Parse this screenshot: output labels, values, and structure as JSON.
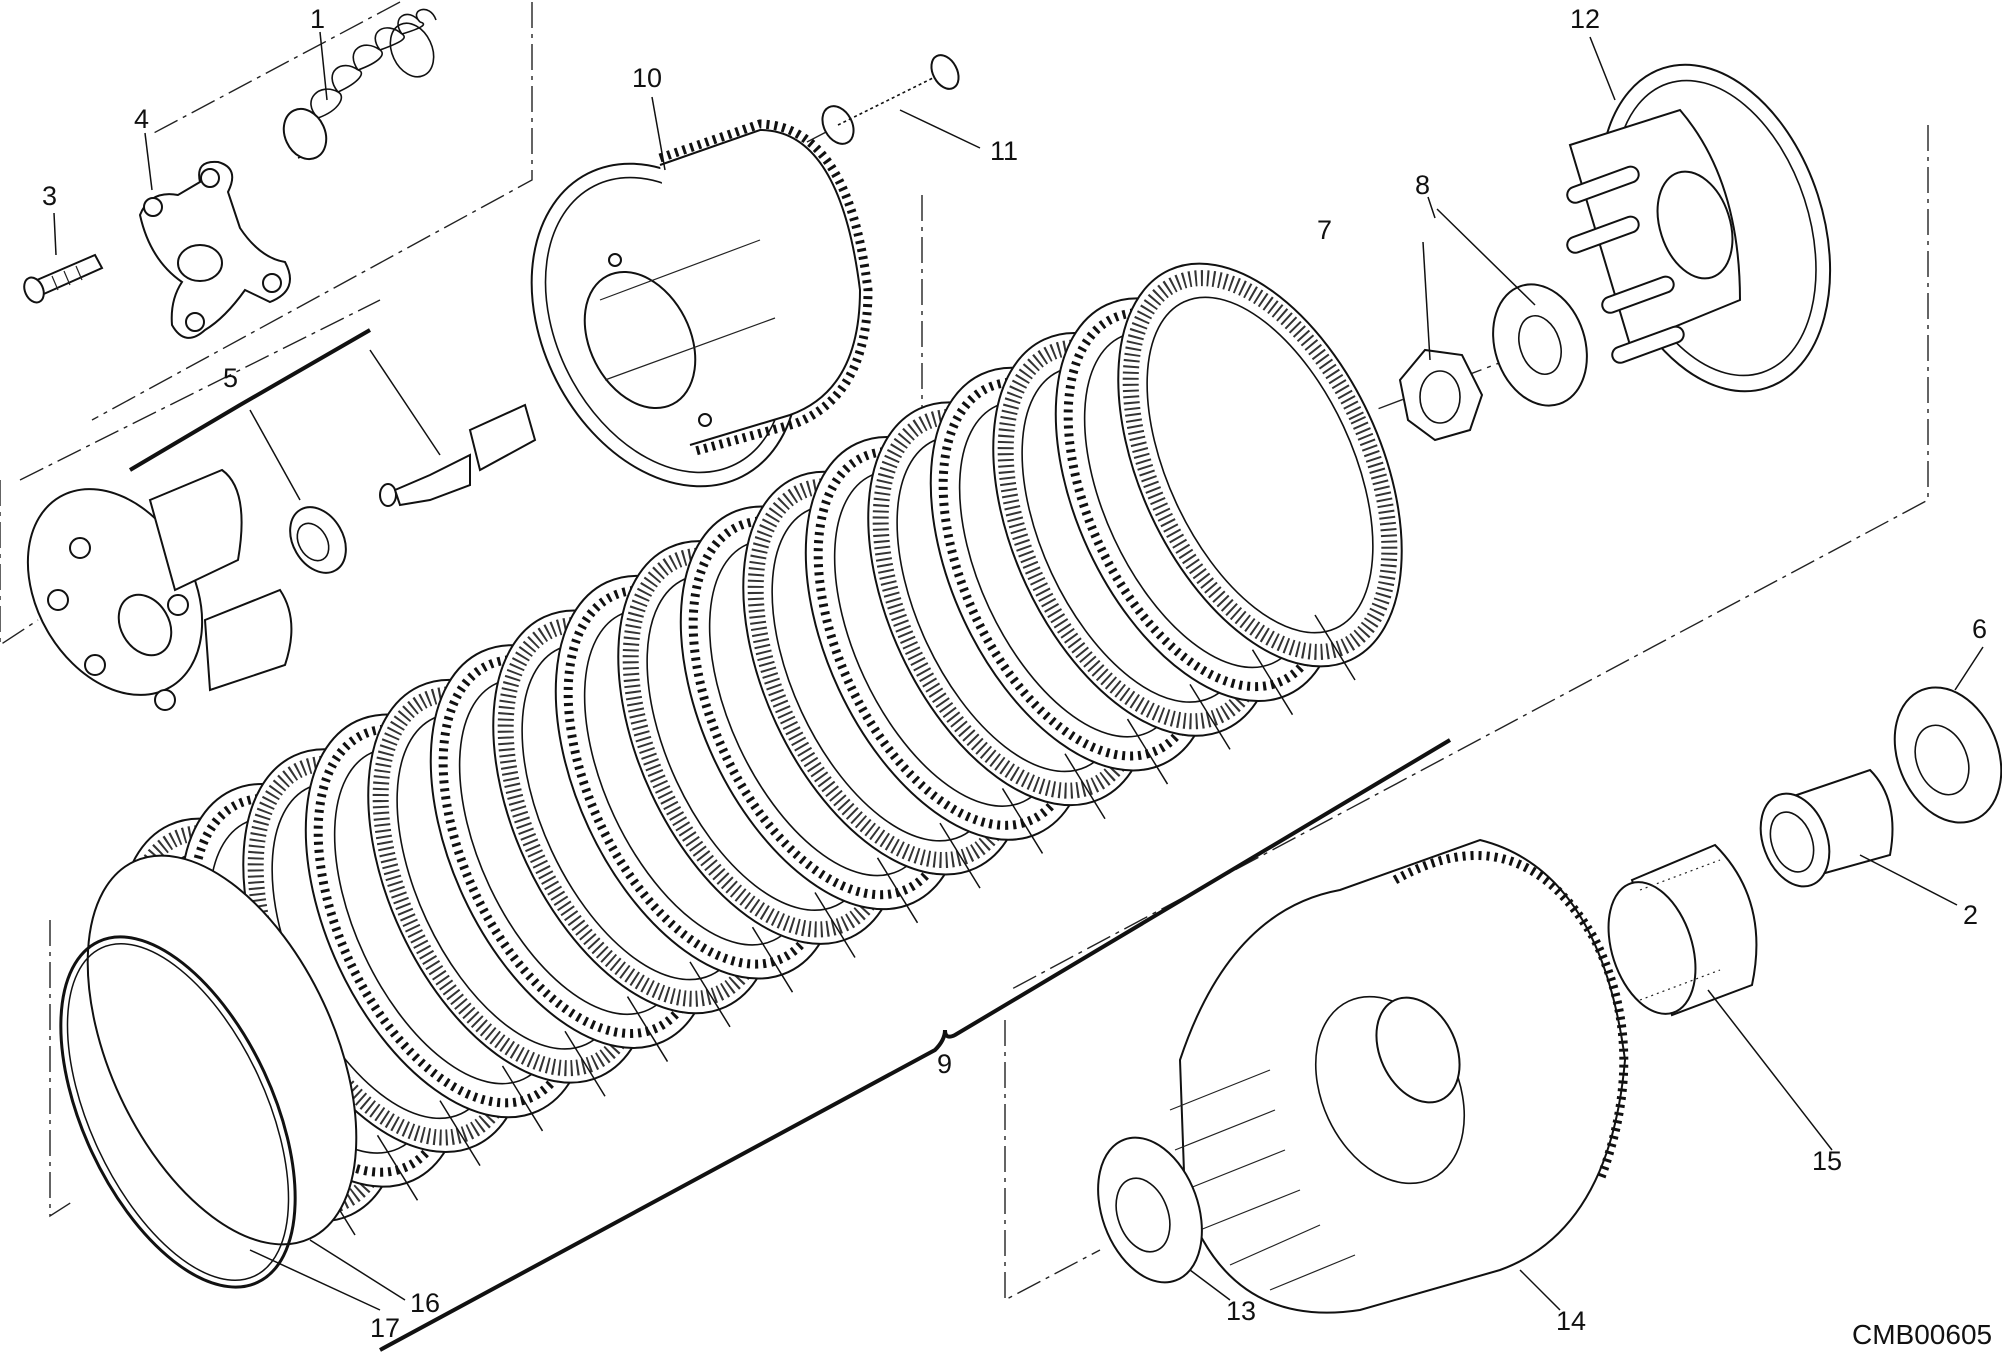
{
  "diagram": {
    "code": "CMB00605",
    "callouts": [
      "1",
      "2",
      "3",
      "4",
      "5",
      "6",
      "7",
      "8",
      "9",
      "10",
      "11",
      "12",
      "13",
      "14",
      "15",
      "16",
      "17"
    ]
  }
}
